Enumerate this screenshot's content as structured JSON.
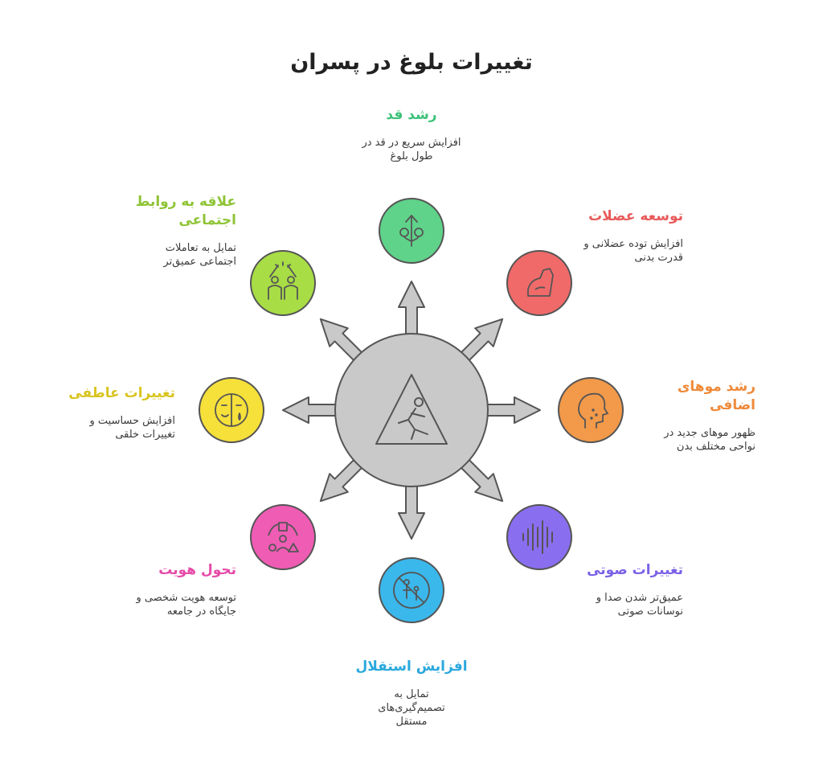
{
  "title": "تغییرات بلوغ در پسران",
  "nodes": [
    {
      "id": "height",
      "heading": "رشد قد",
      "desc": "افزایش سریع در قد در طول بلوغ",
      "color": "#5fd38a",
      "icon": "plant-growth-icon"
    },
    {
      "id": "muscle",
      "heading": "توسعه عضلات",
      "desc": "افزایش توده عضلانی و قدرت بدنی",
      "color": "#f06a6a",
      "icon": "flexed-arm-icon"
    },
    {
      "id": "hair",
      "heading": "رشد موهای اضافی",
      "desc": "ظهور موهای جدید در نواحی مختلف بدن",
      "color": "#f29a4a",
      "icon": "face-profile-icon"
    },
    {
      "id": "voice",
      "heading": "تغییرات صوتی",
      "desc": "عمیق‌تر شدن صدا و نوسانات صوتی",
      "color": "#8a6ef0",
      "icon": "sound-wave-icon"
    },
    {
      "id": "independence",
      "heading": "افزایش استقلال",
      "desc": "تمایل به تصمیم‌گیری‌های مستقل",
      "color": "#3ab8ec",
      "icon": "no-parent-child-icon"
    },
    {
      "id": "identity",
      "heading": "تحول هویت",
      "desc": "توسعه هویت شخصی و جایگاه در جامعه",
      "color": "#ef5cb4",
      "icon": "identity-shapes-icon"
    },
    {
      "id": "emotional",
      "heading": "تغییرات عاطفی",
      "desc": "افزایش حساسیت و تغییرات خلقی",
      "color": "#f6e03a",
      "icon": "emotional-face-icon"
    },
    {
      "id": "social",
      "heading": "علاقه به روابط اجتماعی",
      "desc": "تمایل به تعاملات اجتماعی عمیق‌تر",
      "color": "#a8dd46",
      "icon": "people-celebrating-icon"
    }
  ],
  "center": {
    "icon": "warning-running-person-icon",
    "color": "#c9c9c9"
  },
  "heading_colors": {
    "height": "#3cc27a",
    "muscle": "#e85a5a",
    "hair": "#ee8a3a",
    "voice": "#7b61e6",
    "independence": "#2aa8dd",
    "identity": "#e64aa8",
    "emotional": "#d9c420",
    "social": "#8fc436"
  }
}
